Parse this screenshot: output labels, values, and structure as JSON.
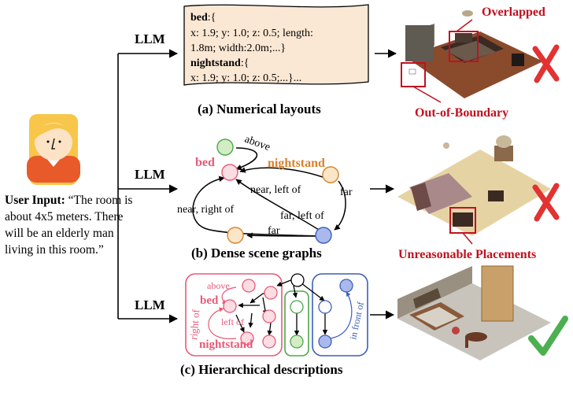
{
  "colors": {
    "red": "#c0111f",
    "pink": "#e85a78",
    "orange": "#d9822b",
    "blue": "#3b5fb8",
    "green": "#4aa84a",
    "paper": "#fbe8d4"
  },
  "user_input": {
    "label": "User Input:",
    "text": "“The room is about 4x5 meters. There will be an elderly man living in this room.”"
  },
  "llm_label": "LLM",
  "panel_a": {
    "code_line1_key": "bed",
    "code_line1_rest": ":{",
    "code_line2": "x: 1.9; y: 1.0; z: 0.5; length:",
    "code_line3": "1.8m; width:2.0m;...}",
    "code_line4_key": "nightstand",
    "code_line4_rest": ":{",
    "code_line5": "x: 1.9; y: 1.0; z: 0.5;...}...",
    "caption": "(a) Numerical layouts",
    "tag_overlap": "Overlapped",
    "tag_oob": "Out-of-Boundary"
  },
  "panel_b": {
    "node_bed": "bed",
    "node_nightstand": "nightstand",
    "edge_above": "above",
    "edge_near_left": "near, left of",
    "edge_near_right": "near, right of",
    "edge_far": "far",
    "edge_far_left": "far, left of",
    "edge_far2": "far",
    "caption": "(b) Dense scene graphs",
    "tag": "Unreasonable Placements"
  },
  "panel_c": {
    "above": "above",
    "bed": "bed",
    "right_of": "right of",
    "left_of": "left of",
    "nightstand": "nightstand",
    "in_front_of": "in front of",
    "caption": "(c) Hierarchical  descriptions"
  }
}
